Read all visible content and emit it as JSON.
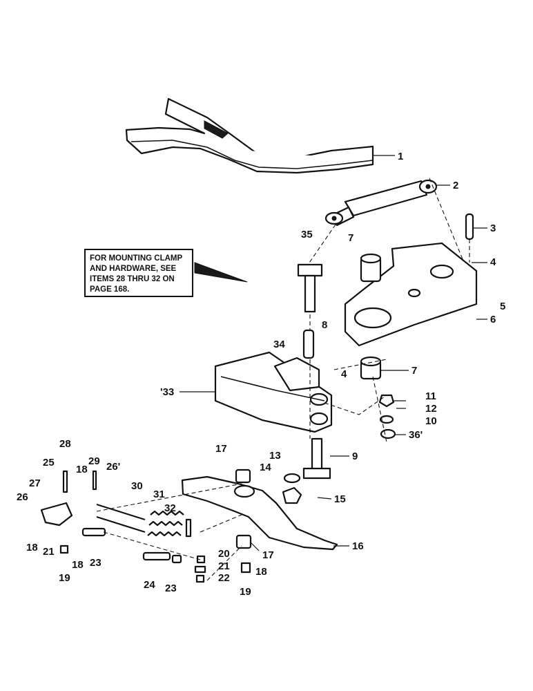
{
  "note": {
    "lines": [
      "FOR MOUNTING CLAMP",
      "AND HARDWARE, SEE",
      "ITEMS 28 THRU 32 ON",
      "PAGE 168."
    ]
  },
  "callouts": {
    "c1": "1",
    "c2": "2",
    "c3": "3",
    "c4a": "4",
    "c4b": "4",
    "c5": "5",
    "c6": "6",
    "c7a": "7",
    "c7b": "7",
    "c8": "8",
    "c9": "9",
    "c10": "10",
    "c11": "11",
    "c12": "12",
    "c13": "13",
    "c14": "14",
    "c15": "15",
    "c16": "16",
    "c17a": "17",
    "c17b": "17",
    "c18a": "18",
    "c18b": "18",
    "c18c": "18",
    "c18d": "18",
    "c19a": "19",
    "c19b": "19",
    "c20": "20",
    "c21a": "21",
    "c21b": "21",
    "c22": "22",
    "c23a": "23",
    "c23b": "23",
    "c24": "24",
    "c25": "25",
    "c26a": "26",
    "c26b": "26'",
    "c27": "27",
    "c28": "28",
    "c29": "29",
    "c30": "30",
    "c31": "31",
    "c32": "32",
    "c33": "'33",
    "c34": "34",
    "c35": "35",
    "c36": "36'"
  }
}
